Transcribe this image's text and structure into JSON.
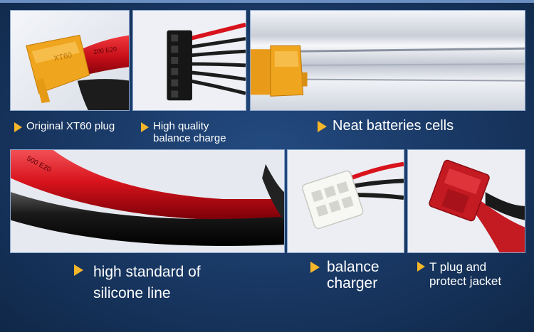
{
  "captions": {
    "xt60": "Original XT60 plug",
    "balance_quality": [
      "High quality",
      "balance charge"
    ],
    "cells": "Neat batteries cells",
    "silicone": [
      "high standard of",
      "silicone line"
    ],
    "balance_charger": [
      "balance",
      "charger"
    ],
    "tplug": [
      "T plug and",
      "protect jacket"
    ]
  },
  "printed_marks": {
    "xt60_label": "XT60",
    "wire_print_top": "200 E20",
    "wire_print_bottom": "500 E20"
  },
  "colors": {
    "background": "#17355f",
    "accent_triangle": "#f5b62a",
    "connector_yellow": "#f0a51e",
    "wire_red": "#d8131c",
    "wire_black": "#1a1a1a",
    "tplug_red": "#c41a22"
  },
  "icons": {
    "bullet": "triangle-right-icon"
  }
}
